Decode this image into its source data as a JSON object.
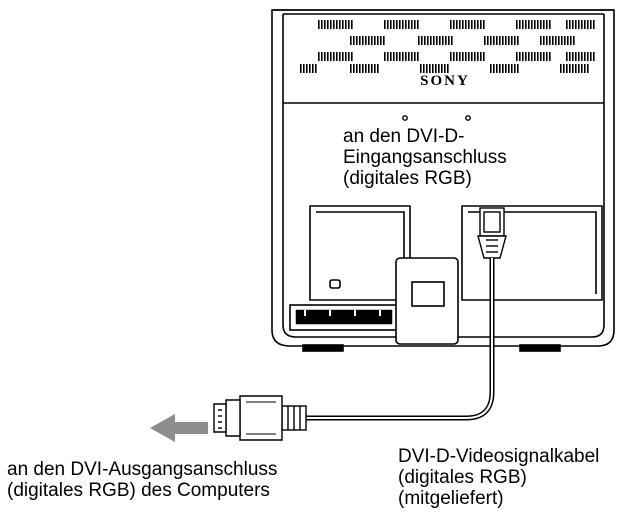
{
  "monitor": {
    "brand": "SONY"
  },
  "labels": {
    "input_connector": [
      "an den DVI-D-",
      "Eingangsanschluss",
      "(digitales RGB)"
    ],
    "computer_output": [
      "an den DVI-Ausgangsanschluss",
      "(digitales RGB) des Computers"
    ],
    "cable": [
      "DVI-D-Videosignalkabel",
      "(digitales RGB)",
      "(mitgeliefert)"
    ]
  },
  "colors": {
    "line": "#000000",
    "arrow": "#8c8c8c",
    "vent": "#000000"
  },
  "icons": [
    "arrow-left-icon",
    "dvi-d-plug-icon"
  ]
}
